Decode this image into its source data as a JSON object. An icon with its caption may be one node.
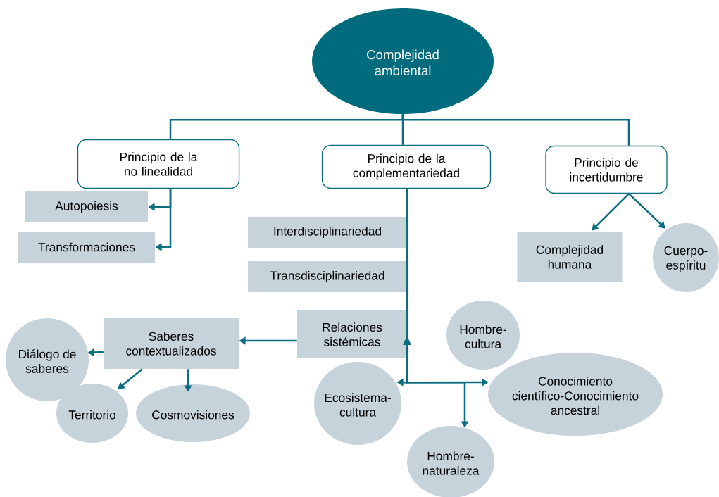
{
  "diagram": {
    "nodes": [
      {
        "text": [
          "Complejidad ambiental"
        ]
      },
      {
        "text": [
          "Principio de la no linealidad"
        ]
      },
      {
        "text": [
          "Principio de la complementariedad"
        ]
      },
      {
        "text": [
          "Principio de incertidumbre"
        ]
      },
      {
        "text": [
          "Autopoiesis"
        ]
      },
      {
        "text": [
          "Transformaciones"
        ]
      },
      {
        "text": [
          "Interdisciplinariedad"
        ]
      },
      {
        "text": [
          "Transdisciplinariedad"
        ]
      },
      {
        "text": [
          "Relaciones sistémicas"
        ]
      },
      {
        "text": [
          "Saberes contextualizados"
        ]
      },
      {
        "text": [
          "Diálogo de saberes"
        ]
      },
      {
        "text": [
          "Territorio"
        ]
      },
      {
        "text": [
          "Cosmovisiones"
        ]
      },
      {
        "text": [
          "Hombre-cultura"
        ]
      },
      {
        "text": [
          "Ecosistema-cultura"
        ]
      },
      {
        "text": [
          "Conocimiento científico-Conocimiento ancestral"
        ]
      },
      {
        "text": [
          "Hombre-naturaleza"
        ]
      },
      {
        "text": [
          "Complejidad humana"
        ]
      },
      {
        "text": [
          "Cuerpo-espíritu"
        ]
      }
    ],
    "edges": [
      {
        "from": 0,
        "to": 1,
        "arrow": "none"
      },
      {
        "from": 0,
        "to": 2,
        "arrow": "none"
      },
      {
        "from": 0,
        "to": 3,
        "arrow": "none"
      },
      {
        "from": 1,
        "to": 4,
        "arrow": "to"
      },
      {
        "from": 1,
        "to": 5,
        "arrow": "to"
      },
      {
        "from": 2,
        "to": 14,
        "arrow": "to"
      },
      {
        "from": 2,
        "to": 15,
        "arrow": "to"
      },
      {
        "from": 2,
        "to": 16,
        "arrow": "to"
      },
      {
        "from": 8,
        "to": 9,
        "arrow": "to"
      },
      {
        "from": 9,
        "to": 10,
        "arrow": "to"
      },
      {
        "from": 9,
        "to": 11,
        "arrow": "to"
      },
      {
        "from": 9,
        "to": 12,
        "arrow": "to"
      },
      {
        "from": 3,
        "to": 17,
        "arrow": "to"
      },
      {
        "from": 3,
        "to": 18,
        "arrow": "to"
      }
    ]
  }
}
